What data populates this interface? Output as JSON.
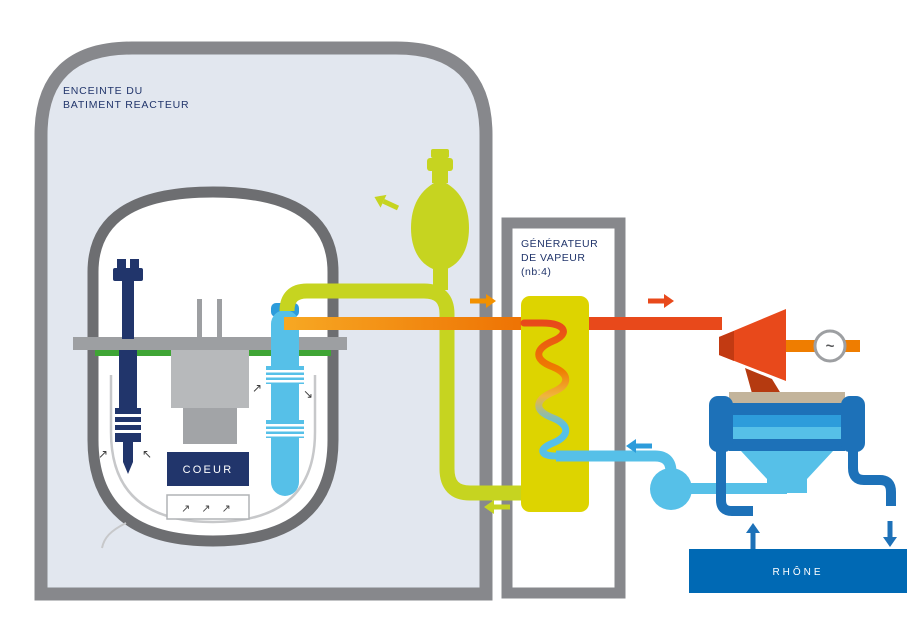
{
  "labels": {
    "containment_line1": "ENCEINTE DU",
    "containment_line2": "BATIMENT REACTEUR",
    "steam_generator_line1": "GÉNÉRATEUR",
    "steam_generator_line2": "DE VAPEUR",
    "steam_generator_line3": "(nb:4)",
    "core": "COEUR",
    "river": "RHÔNE",
    "generator_symbol": "~"
  },
  "glyph_arrows": {
    "core_outlet": "↗ ↗ ↗",
    "left_rod_left": "↗",
    "left_rod_right": "↖",
    "riser_left": "↗",
    "riser_right": "↘"
  },
  "palette": {
    "containment_fill": "#e2e7ef",
    "wall_gray": "#87888c",
    "vessel_gray": "#6d6e71",
    "plate_gray": "#9d9fa2",
    "internals_gray": "#b1b3b6",
    "navy": "#21356b",
    "green": "#3fa535",
    "yellow_green": "#c6d420",
    "sg_yellow": "#ddd400",
    "orange": "#f29100",
    "red_orange": "#e8491b",
    "light_blue": "#56c0e8",
    "medium_blue": "#2d9cdb",
    "dark_blue": "#1d71b8",
    "river_blue": "#0069b4",
    "tan": "#c3b49b",
    "text_navy": "#21356b"
  }
}
